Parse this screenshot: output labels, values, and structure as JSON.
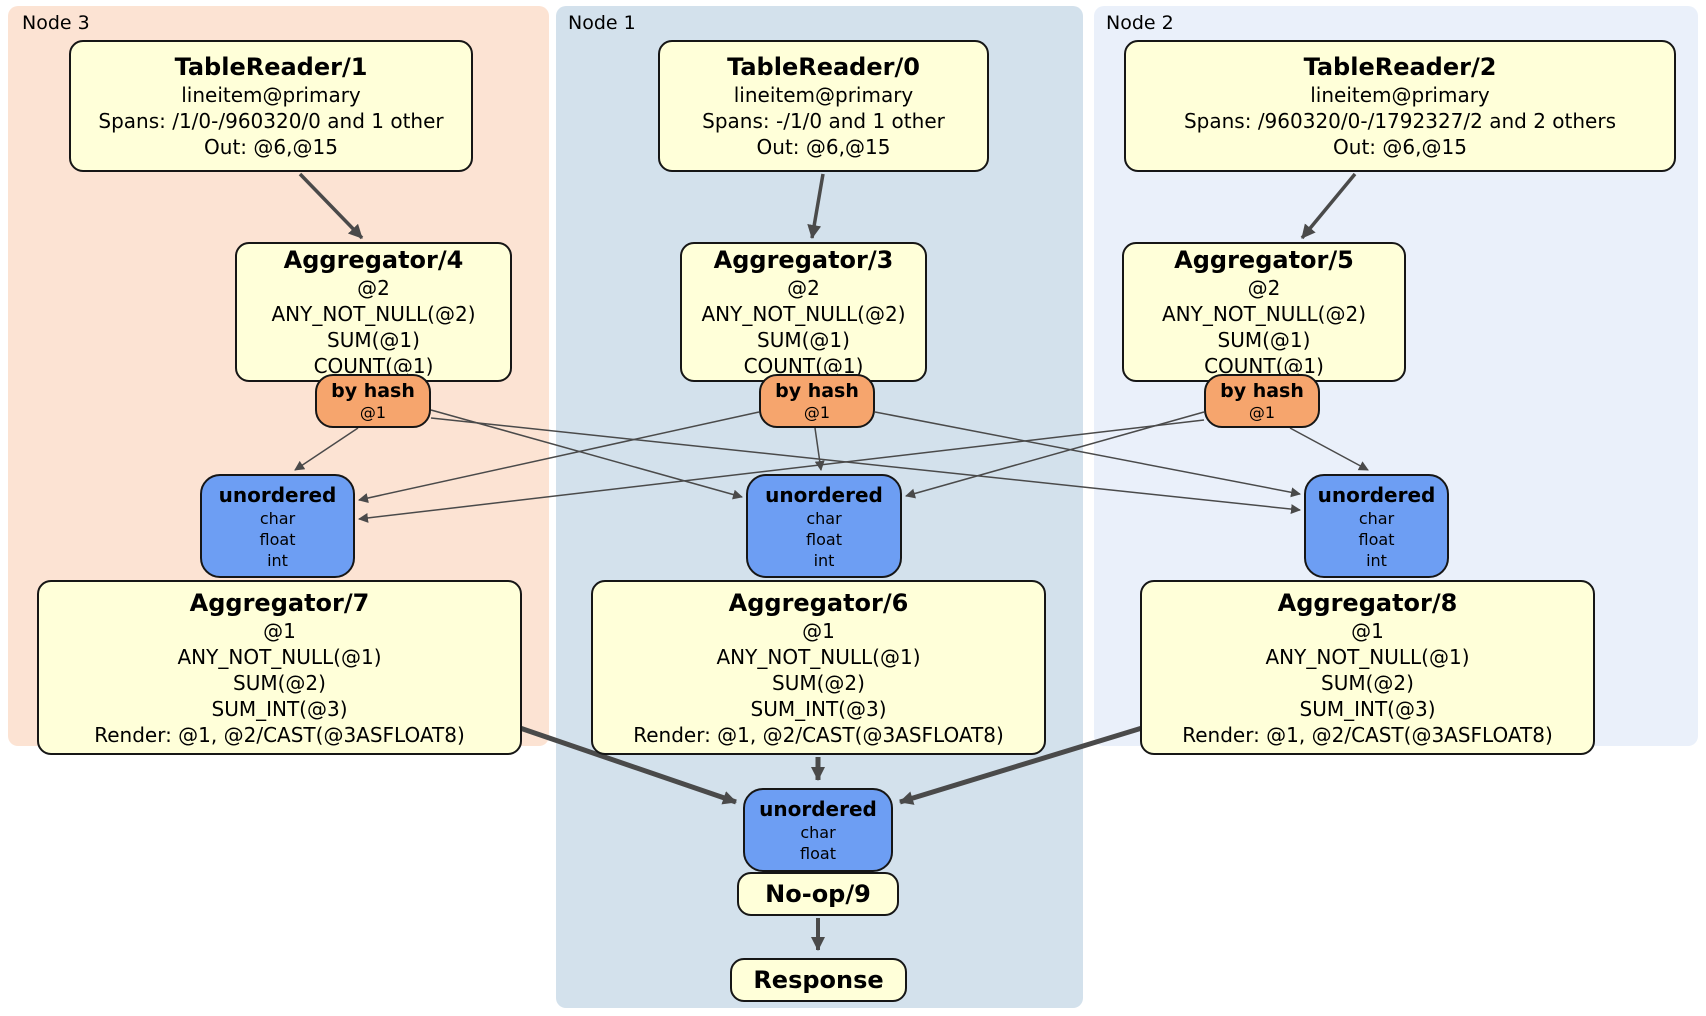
{
  "panels": {
    "node3": {
      "label": "Node 3"
    },
    "node1": {
      "label": "Node 1"
    },
    "node2": {
      "label": "Node 2"
    }
  },
  "processors": {
    "tr1": {
      "title": "TableReader/1",
      "lines": [
        "lineitem@primary",
        "Spans: /1/0-/960320/0 and 1 other",
        "Out: @6,@15"
      ]
    },
    "tr0": {
      "title": "TableReader/0",
      "lines": [
        "lineitem@primary",
        "Spans: -/1/0 and 1 other",
        "Out: @6,@15"
      ]
    },
    "tr2": {
      "title": "TableReader/2",
      "lines": [
        "lineitem@primary",
        "Spans: /960320/0-/1792327/2 and 2 others",
        "Out: @6,@15"
      ]
    },
    "agg4": {
      "title": "Aggregator/4",
      "lines": [
        "@2",
        "ANY_NOT_NULL(@2)",
        "SUM(@1)",
        "COUNT(@1)"
      ]
    },
    "agg3": {
      "title": "Aggregator/3",
      "lines": [
        "@2",
        "ANY_NOT_NULL(@2)",
        "SUM(@1)",
        "COUNT(@1)"
      ]
    },
    "agg5": {
      "title": "Aggregator/5",
      "lines": [
        "@2",
        "ANY_NOT_NULL(@2)",
        "SUM(@1)",
        "COUNT(@1)"
      ]
    },
    "agg7": {
      "title": "Aggregator/7",
      "lines": [
        "@1",
        "ANY_NOT_NULL(@1)",
        "SUM(@2)",
        "SUM_INT(@3)",
        "Render: @1, @2/CAST(@3ASFLOAT8)"
      ]
    },
    "agg6": {
      "title": "Aggregator/6",
      "lines": [
        "@1",
        "ANY_NOT_NULL(@1)",
        "SUM(@2)",
        "SUM_INT(@3)",
        "Render: @1, @2/CAST(@3ASFLOAT8)"
      ]
    },
    "agg8": {
      "title": "Aggregator/8",
      "lines": [
        "@1",
        "ANY_NOT_NULL(@1)",
        "SUM(@2)",
        "SUM_INT(@3)",
        "Render: @1, @2/CAST(@3ASFLOAT8)"
      ]
    },
    "noop": {
      "title": "No-op/9"
    },
    "response": {
      "title": "Response"
    }
  },
  "routers": {
    "hash4": {
      "title": "by hash",
      "sub": "@1"
    },
    "hash3": {
      "title": "by hash",
      "sub": "@1"
    },
    "hash5": {
      "title": "by hash",
      "sub": "@1"
    }
  },
  "syncs": {
    "un3": {
      "title": "unordered",
      "lines": [
        "char",
        "float",
        "int"
      ]
    },
    "un1": {
      "title": "unordered",
      "lines": [
        "char",
        "float",
        "int"
      ]
    },
    "un2": {
      "title": "unordered",
      "lines": [
        "char",
        "float",
        "int"
      ]
    },
    "unf": {
      "title": "unordered",
      "lines": [
        "char",
        "float"
      ]
    }
  },
  "colors": {
    "panel_node3": "#fce3d3",
    "panel_node1": "#d3e1ec",
    "panel_node2": "#eaf0fa",
    "processor_fill": "#ffffd9",
    "router_fill": "#f6a56d",
    "sync_fill": "#6d9ef3",
    "edge": "#4a4a4a",
    "border": "#161616"
  }
}
